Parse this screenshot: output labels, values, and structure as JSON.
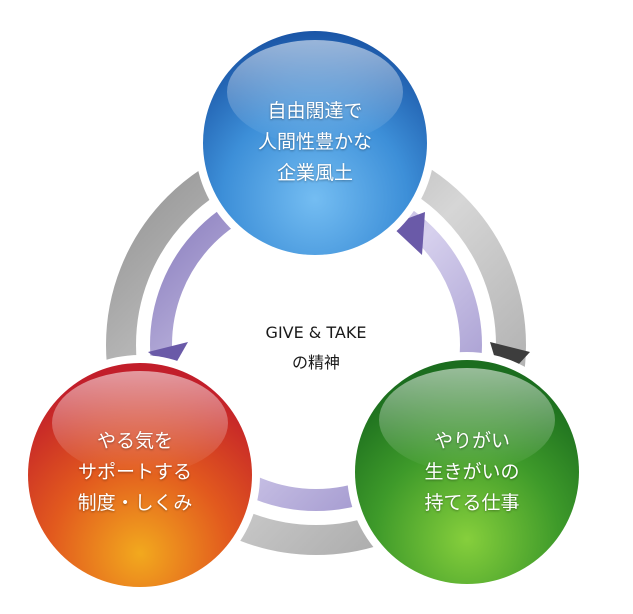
{
  "center": {
    "line1": "GIVE & TAKE",
    "line2": "の精神"
  },
  "nodes": [
    {
      "id": "top",
      "lines": [
        "自由闊達で",
        "人間性豊かな",
        "企業風土"
      ],
      "color_light": "#6fb6ee",
      "color_dark": "#1e5fb0"
    },
    {
      "id": "right",
      "lines": [
        "やりがい",
        "生きがいの",
        "持てる仕事"
      ],
      "color_light": "#7cc83a",
      "color_dark": "#1f7a22"
    },
    {
      "id": "left",
      "lines": [
        "やる気を",
        "サポートする",
        "制度・しくみ"
      ],
      "color_light": "#f0a020",
      "color_dark": "#c8202a"
    }
  ],
  "colors": {
    "outer_ring": "#b9b9b9",
    "inner_ring": "#8b7fc0",
    "arrow_dark": "#444444"
  }
}
